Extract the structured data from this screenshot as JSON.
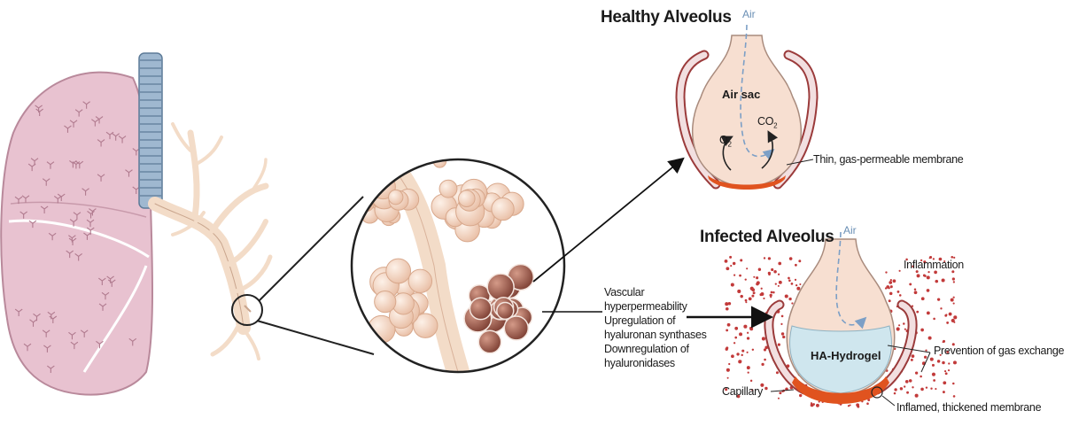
{
  "healthy": {
    "title": "Healthy Alveolus",
    "air_label": "Air",
    "sac_label": "Air sac",
    "o2_label": "O",
    "o2_sub": "2",
    "co2_label": "CO",
    "co2_sub": "2",
    "membrane_label": "Thin, gas-permeable membrane"
  },
  "infected": {
    "title": "Infected Alveolus",
    "air_label": "Air",
    "inflammation_label": "Inflammation",
    "hydrogel_label": "HA-Hydrogel",
    "prevention_label": "Prevention of gas exchange",
    "capillary_label": "Capillary",
    "membrane_label": "Inflamed, thickened membrane"
  },
  "mechanism": {
    "lines": [
      "Vascular",
      "hyperpermeability",
      "Upregulation of",
      "hyaluronan synthases",
      "Downregulation of",
      "hyaluronidases"
    ]
  },
  "colors": {
    "lung": "#e8c2d0",
    "lung_edge": "#b9899b",
    "trachea": "#9fb8d0",
    "bronchi": "#f3dcc8",
    "alveoli": "#f5d9c6",
    "alveoli_infected": "#a96b5e",
    "sac": "#f7dfd1",
    "membrane": "#e0531f",
    "hydrogel": "#cfe6ee",
    "inflammation_dots": "#c23a3a",
    "air_arrow": "#7c9fc6"
  }
}
